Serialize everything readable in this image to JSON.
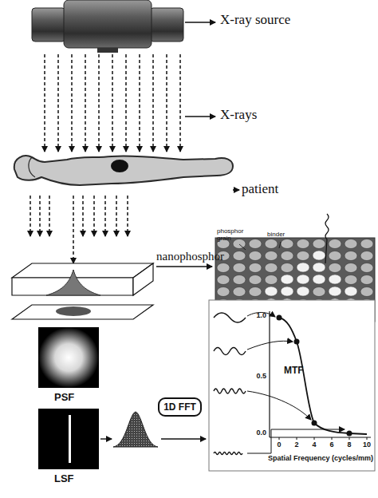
{
  "diagram": {
    "nodes": [
      {
        "text": [
          "1D FFT"
        ]
      }
    ],
    "labels": [
      "X-ray source",
      "X-rays",
      "patient",
      "nanophosphor",
      "phosphor grain",
      "binder",
      "PSF",
      "LSF",
      "MTF",
      "Spatial Frequency (cycles/mm)",
      "1.0",
      "0.5",
      "0.0",
      "0",
      "2",
      "4",
      "6",
      "8",
      "10"
    ]
  }
}
